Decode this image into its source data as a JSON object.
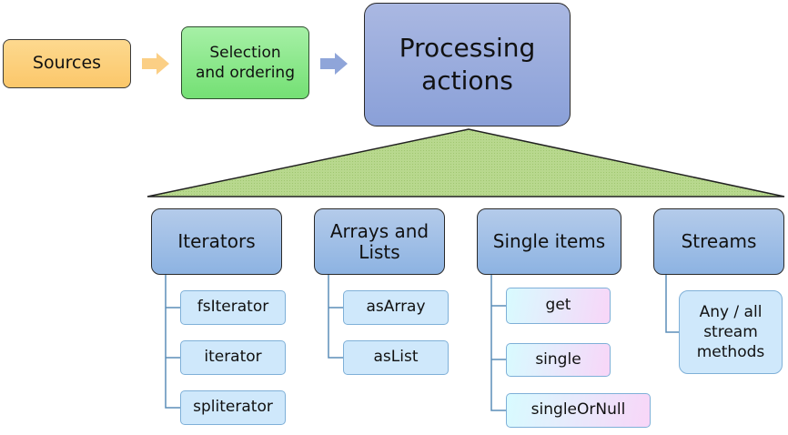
{
  "flow": {
    "sources": "Sources",
    "selection": "Selection and ordering",
    "processing": "Processing actions"
  },
  "categories": [
    {
      "title": "Iterators",
      "items": [
        "fsIterator",
        "iterator",
        "spliterator"
      ]
    },
    {
      "title": "Arrays and Lists",
      "items": [
        "asArray",
        "asList"
      ]
    },
    {
      "title": "Single items",
      "items": [
        "get",
        "single",
        "singleOrNull"
      ]
    },
    {
      "title": "Streams",
      "items": [
        "Any / all stream methods"
      ]
    }
  ],
  "colors": {
    "sources": "#fbc76a",
    "selection": "#74e074",
    "processing": "#8aa0d8",
    "category": "#8db3e2",
    "child": "#cfe8fb",
    "triangle": "#b5d48f"
  }
}
